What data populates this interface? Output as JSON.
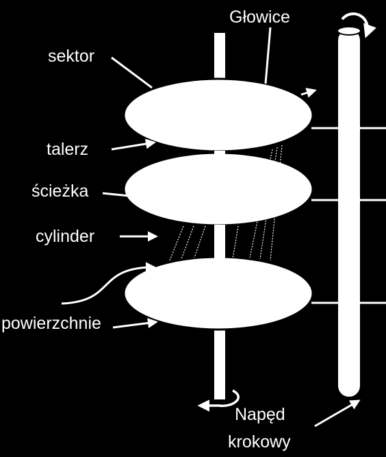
{
  "labels": {
    "heads": "Głowice",
    "sector": "sektor",
    "platter": "talerz",
    "track": "ścieżka",
    "cylinder": "cylinder",
    "surfaces": "powierzchnie",
    "stepper_line1": "Napęd",
    "stepper_line2": "krokowy"
  },
  "colors": {
    "background": "#000000",
    "foreground": "#ffffff"
  }
}
